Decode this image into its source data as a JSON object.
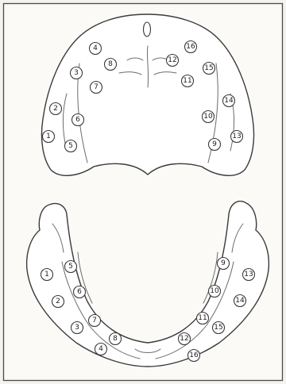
{
  "figure": {
    "upper_arch": {
      "markers": [
        "1",
        "2",
        "3",
        "4",
        "5",
        "6",
        "7",
        "8",
        "9",
        "10",
        "11",
        "12",
        "13",
        "14",
        "15",
        "16"
      ]
    },
    "lower_arch": {
      "markers": [
        "1",
        "2",
        "3",
        "4",
        "5",
        "6",
        "7",
        "8",
        "9",
        "10",
        "11",
        "12",
        "13",
        "14",
        "15",
        "16"
      ]
    }
  }
}
